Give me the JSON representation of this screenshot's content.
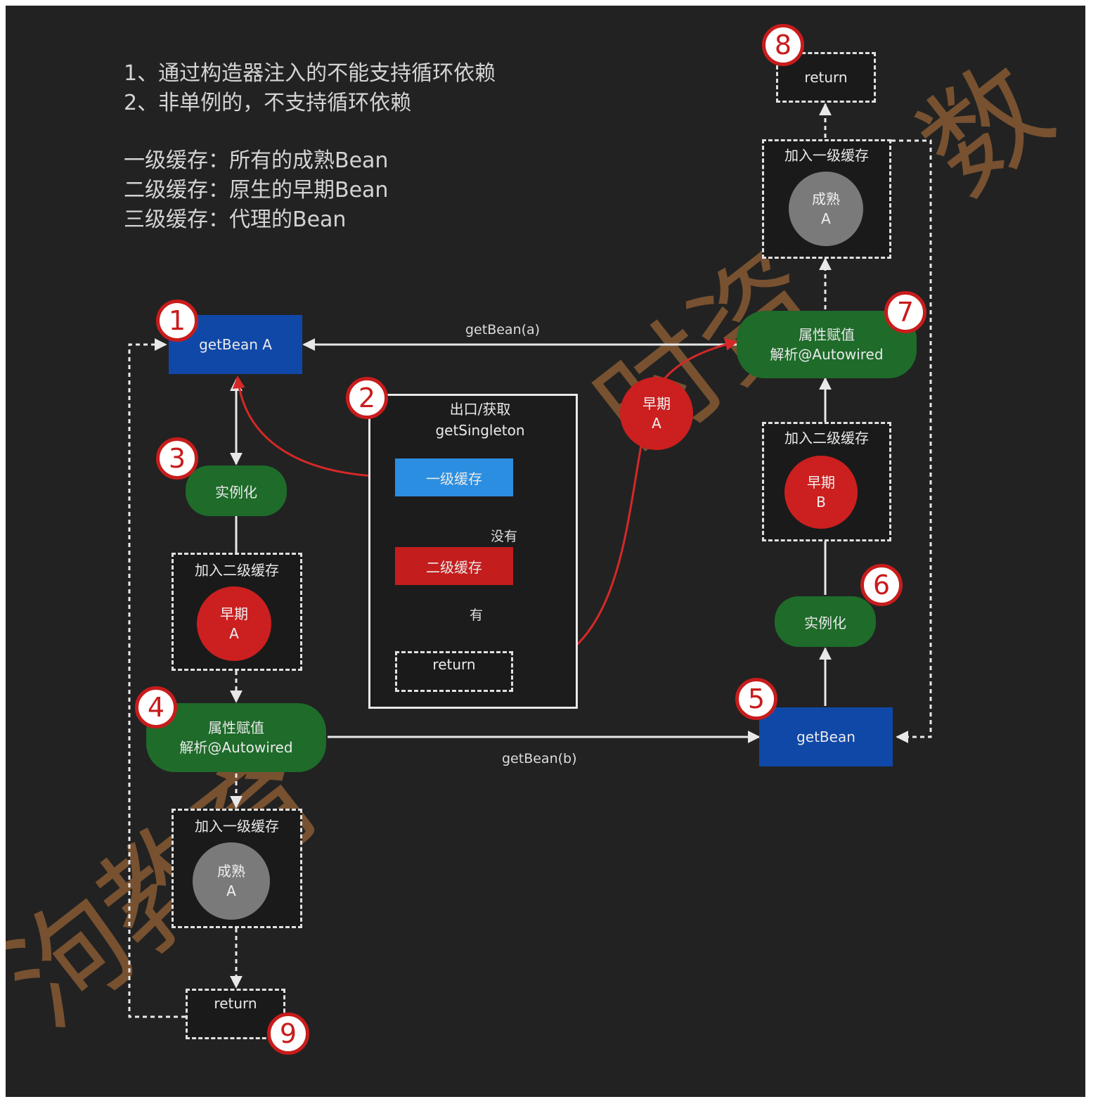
{
  "notes": {
    "rule1": "1、通过构造器注入的不能支持循环依赖",
    "rule2": "2、非单例的，不支持循环依赖",
    "cache_l1": "一级缓存：所有的成熟Bean",
    "cache_l2": "二级缓存：原生的早期Bean",
    "cache_l3": "三级缓存：代理的Bean"
  },
  "steps": {
    "n1": "1",
    "n2": "2",
    "n3": "3",
    "n4": "4",
    "n5": "5",
    "n6": "6",
    "n7": "7",
    "n8": "8",
    "n9": "9"
  },
  "left": {
    "get_bean_a": "getBean A",
    "instantiate": "实例化",
    "add_l2_title": "加入二级缓存",
    "early_a_line1": "早期",
    "early_a_line2": "A",
    "populate_line1": "属性赋值",
    "populate_line2": "解析@Autowired",
    "add_l1_title": "加入一级缓存",
    "mature_a_line1": "成熟",
    "mature_a_line2": "A",
    "return": "return"
  },
  "center": {
    "title_line1": "出口/获取",
    "title_line2": "getSingleton",
    "cache_l1": "一级缓存",
    "no_label": "没有",
    "cache_l2": "二级缓存",
    "yes_label": "有",
    "return": "return"
  },
  "middle": {
    "get_bean_a_call": "getBean(a)",
    "get_bean_b_call": "getBean(b)",
    "early_a_line1": "早期",
    "early_a_line2": "A"
  },
  "right": {
    "get_bean": "getBean",
    "instantiate": "实例化",
    "add_l2_title": "加入二级缓存",
    "early_b_line1": "早期",
    "early_b_line2": "B",
    "populate_line1": "属性赋值",
    "populate_line2": "解析@Autowired",
    "add_l1_title": "加入一级缓存",
    "mature_a_line1": "成熟",
    "mature_a_line2": "A",
    "return": "return"
  },
  "watermark": {
    "w1": "时资",
    "w2": "泃教育",
    "w3": "数"
  },
  "colors": {
    "background": "#222222",
    "blue_box": "#1048a8",
    "green_box": "#1e6b2a",
    "light_blue": "#2b8ee0",
    "red": "#c41d1d",
    "arrow_red": "#d62828",
    "arrow_white": "#e8e8e8"
  }
}
